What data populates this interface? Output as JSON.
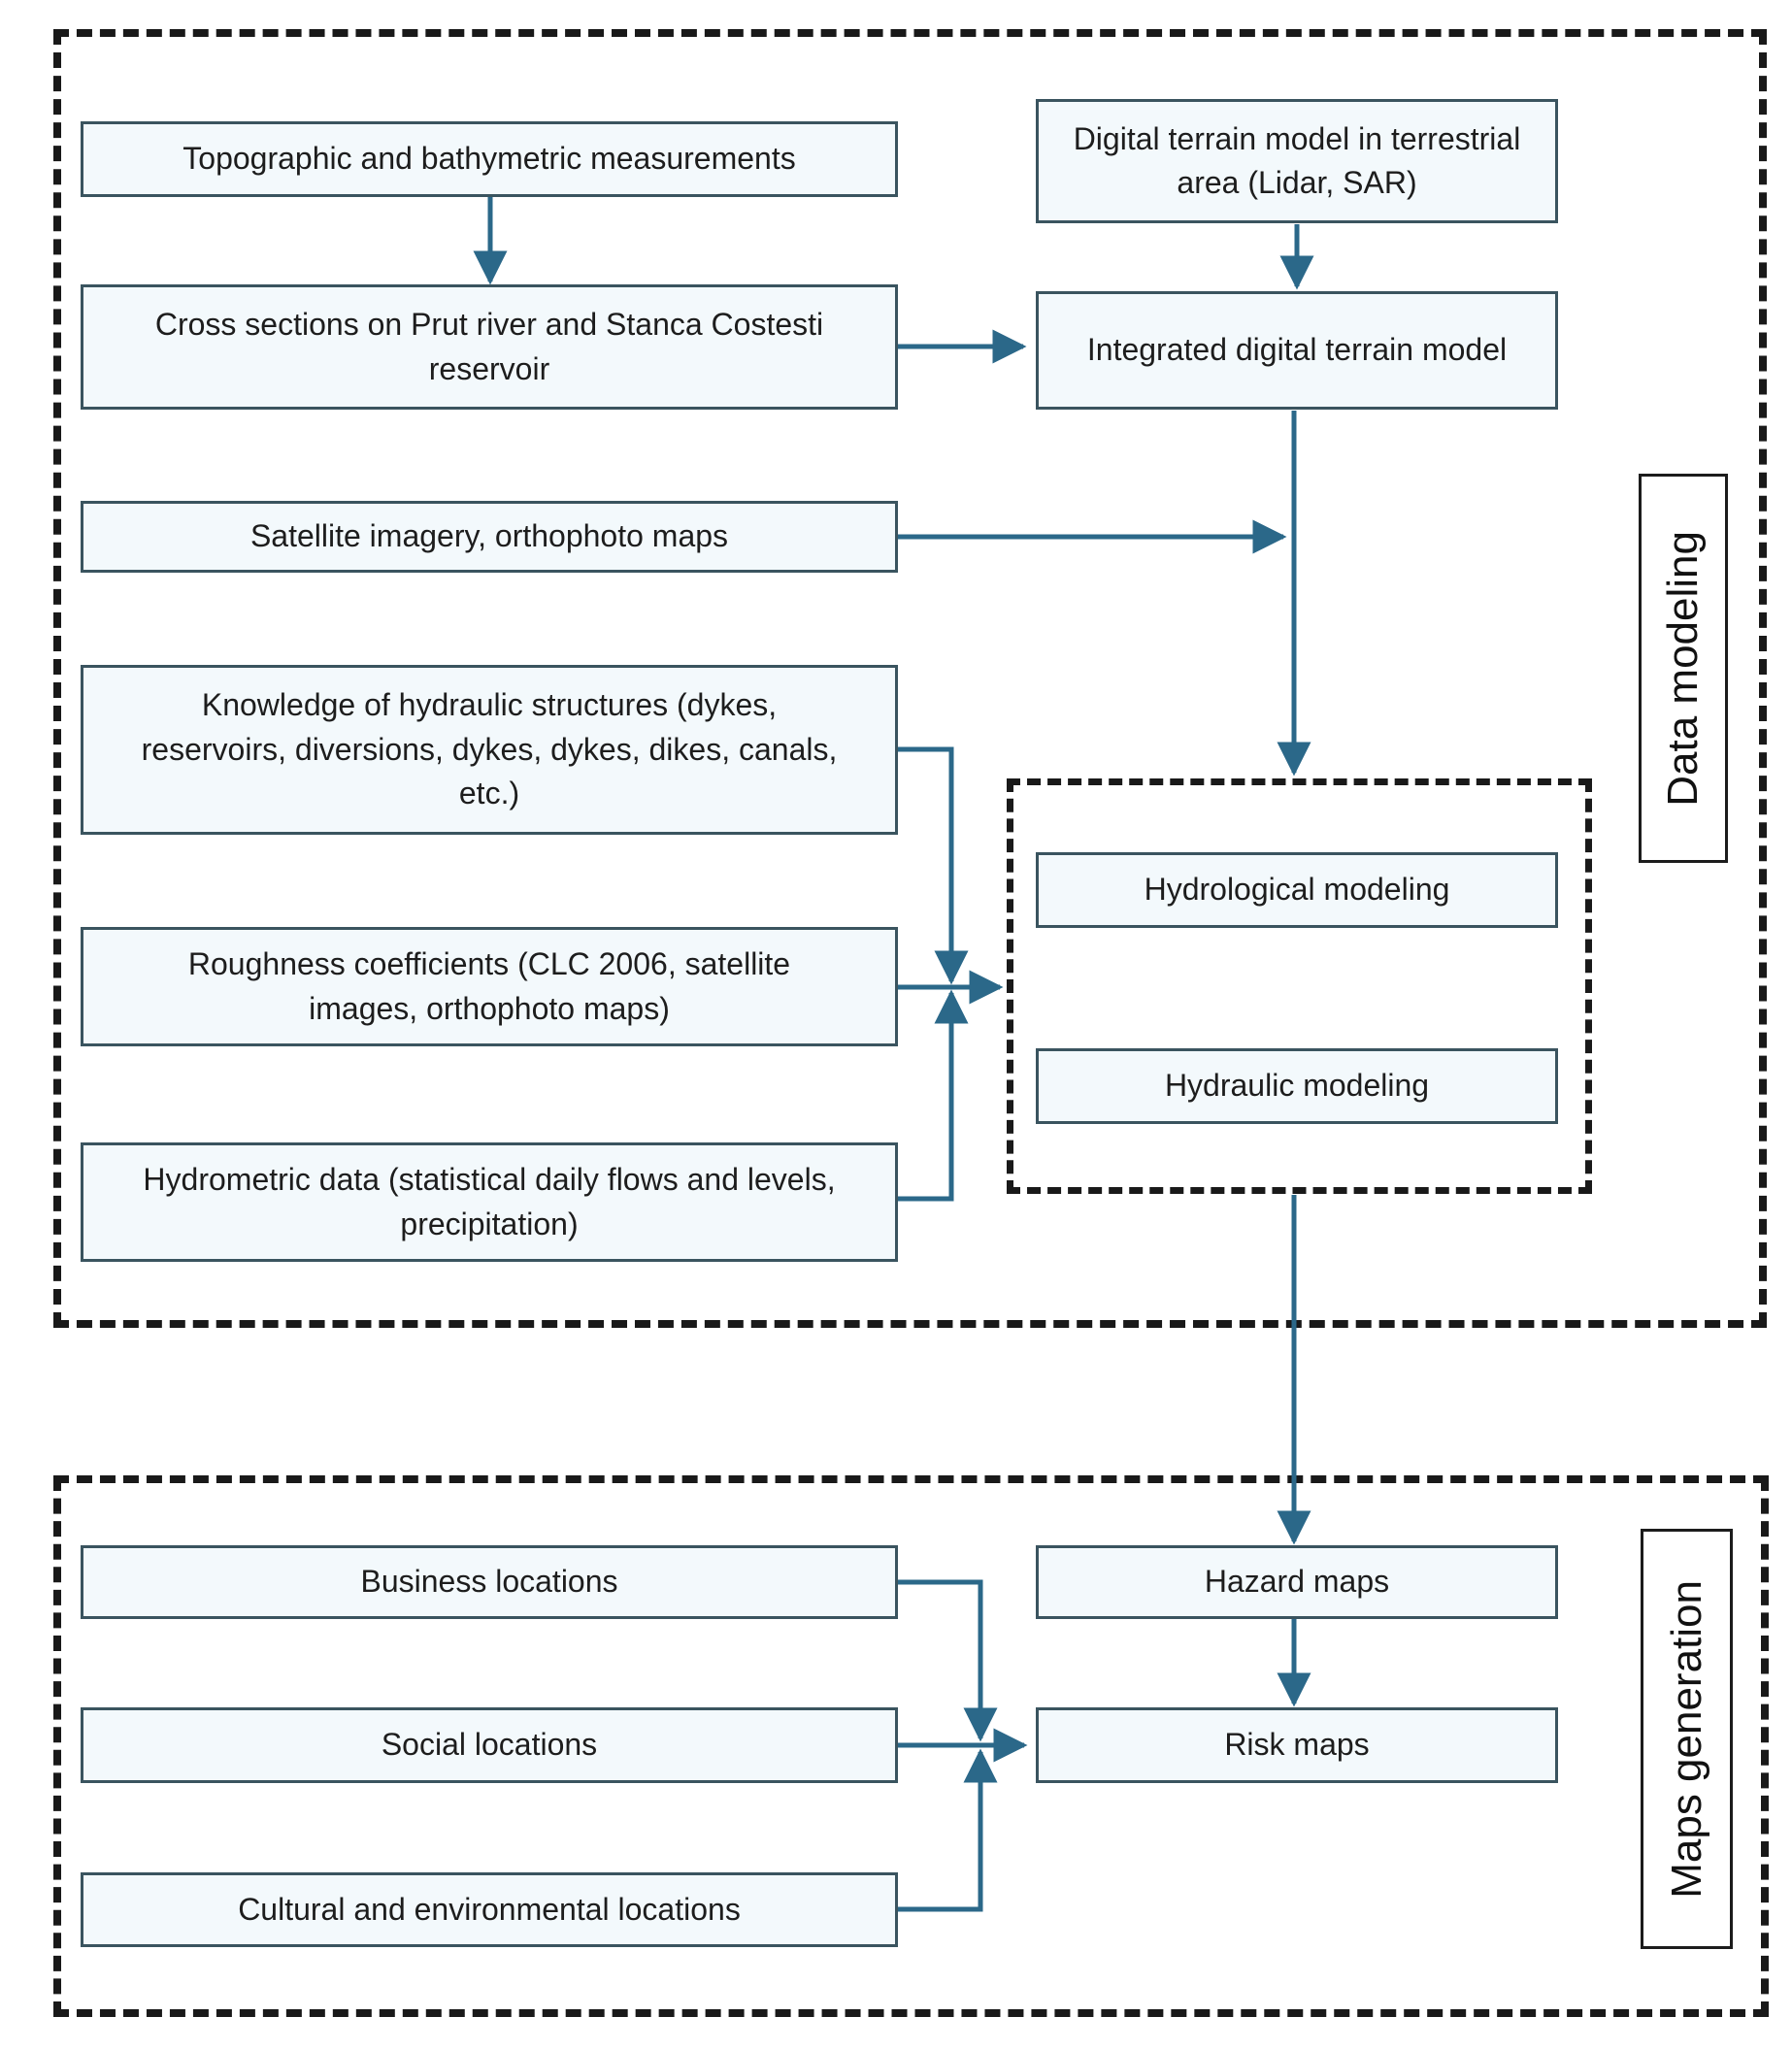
{
  "figure": {
    "title": "Flood data modeling and maps generation flowchart",
    "colors": {
      "arrow": "#2b6889",
      "node_border": "#3a545f",
      "node_fill": "#f3f9fc",
      "region_border": "#191919",
      "text": "#1d1d1d"
    },
    "regions": {
      "data_modeling": {
        "label": "Data modeling"
      },
      "maps_generation": {
        "label": "Maps generation"
      }
    },
    "nodes": {
      "topographic": {
        "label": "Topographic and bathymetric measurements"
      },
      "digital_terrain": {
        "label": "Digital terrain model in terrestrial area (Lidar, SAR)"
      },
      "cross_sections": {
        "label": "Cross sections on Prut river and Stanca Costesti reservoir"
      },
      "integrated_dtm": {
        "label": "Integrated digital terrain model"
      },
      "satellite": {
        "label": "Satellite imagery, orthophoto maps"
      },
      "knowledge": {
        "label": "Knowledge of hydraulic structures (dykes, reservoirs, diversions, dykes, dykes, dikes, canals, etc.)"
      },
      "roughness": {
        "label": "Roughness coefficients (CLC 2006, satellite images, orthophoto maps)"
      },
      "hydrometric": {
        "label": "Hydrometric data (statistical daily flows and levels, precipitation)"
      },
      "hydrological_modeling": {
        "label": "Hydrological modeling"
      },
      "hydraulic_modeling": {
        "label": "Hydraulic modeling"
      },
      "business": {
        "label": "Business locations"
      },
      "social": {
        "label": "Social locations"
      },
      "cultural": {
        "label": "Cultural and environmental locations"
      },
      "hazard_maps": {
        "label": "Hazard maps"
      },
      "risk_maps": {
        "label": "Risk maps"
      }
    },
    "edges": [
      {
        "from": "topographic",
        "to": "cross_sections"
      },
      {
        "from": "digital_terrain",
        "to": "integrated_dtm"
      },
      {
        "from": "cross_sections",
        "to": "integrated_dtm"
      },
      {
        "from": "integrated_dtm",
        "to": "modeling_group"
      },
      {
        "from": "satellite",
        "to": "modeling_group"
      },
      {
        "from": "knowledge",
        "to": "modeling_group"
      },
      {
        "from": "roughness",
        "to": "modeling_group"
      },
      {
        "from": "hydrometric",
        "to": "modeling_group"
      },
      {
        "from": "modeling_group",
        "to": "hazard_maps"
      },
      {
        "from": "hazard_maps",
        "to": "risk_maps"
      },
      {
        "from": "business",
        "to": "risk_maps"
      },
      {
        "from": "social",
        "to": "risk_maps"
      },
      {
        "from": "cultural",
        "to": "risk_maps"
      }
    ]
  }
}
